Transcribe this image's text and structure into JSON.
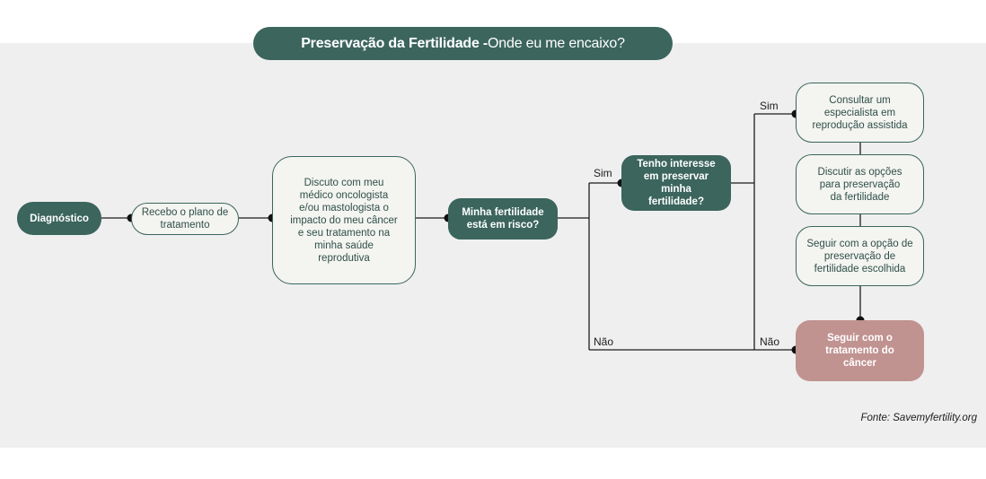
{
  "title": {
    "bold": "Preservação da Fertilidade -",
    "rest": " Onde eu me encaixo?"
  },
  "nodes": {
    "diagnostico": "Diagnóstico",
    "plano": "Recebo o plano de tratamento",
    "discuto": "Discuto com meu médico oncologista e/ou mastologista o impacto do meu câncer e seu tratamento na minha saúde reprodutiva",
    "risco": "Minha fertilidade está em risco?",
    "interesse": "Tenho interesse em preservar minha fertilidade?",
    "consultar": "Consultar um especialista em reprodução assistida",
    "discutir": "Discutir as opções para preservação da fertilidade",
    "seguir_opcao": "Seguir com a opção de preservação de fertilidade escolhida",
    "seguir_tratamento": "Seguir com o tratamento do câncer"
  },
  "labels": {
    "sim_1": "Sim",
    "sim_2": "Sim",
    "nao_1": "Não",
    "nao_2": "Não"
  },
  "source": "Fonte: Savemyfertility.org",
  "colors": {
    "dark_green": "#3b655d",
    "rose": "#c09290",
    "panel": "#efefef"
  }
}
